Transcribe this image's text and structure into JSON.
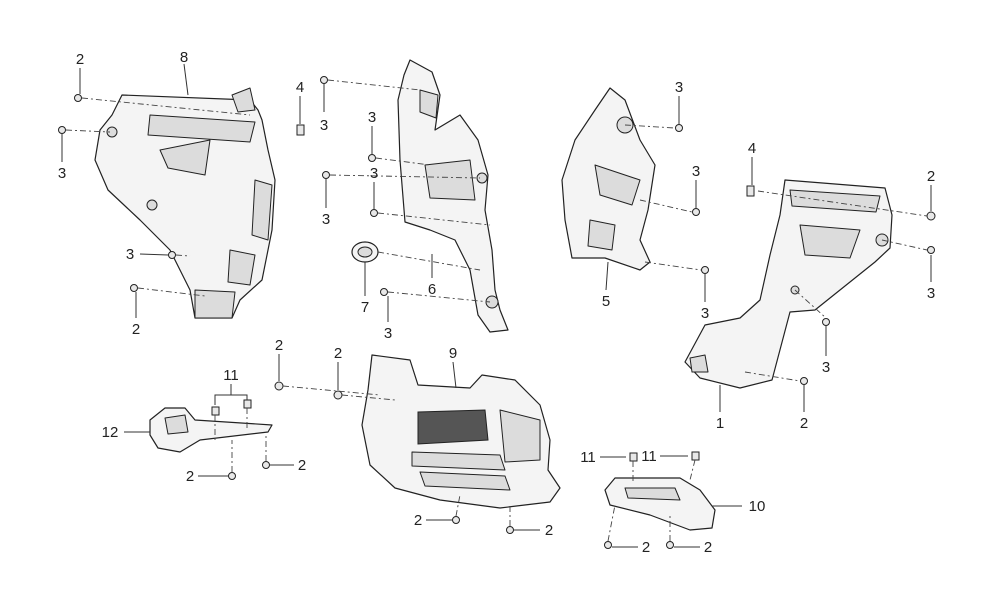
{
  "callouts": [
    {
      "id": "c1",
      "text": "2"
    },
    {
      "id": "c2",
      "text": "8"
    },
    {
      "id": "c3",
      "text": "4"
    },
    {
      "id": "c4",
      "text": "3"
    },
    {
      "id": "c5",
      "text": "3"
    },
    {
      "id": "c6",
      "text": "2"
    },
    {
      "id": "c7",
      "text": "3"
    },
    {
      "id": "c8",
      "text": "3"
    },
    {
      "id": "c9",
      "text": "3"
    },
    {
      "id": "c10",
      "text": "3"
    },
    {
      "id": "c11",
      "text": "3"
    },
    {
      "id": "c12",
      "text": "7"
    },
    {
      "id": "c13",
      "text": "6"
    },
    {
      "id": "c14",
      "text": "3"
    },
    {
      "id": "c15",
      "text": "3"
    },
    {
      "id": "c16",
      "text": "3"
    },
    {
      "id": "c17",
      "text": "5"
    },
    {
      "id": "c18",
      "text": "3"
    },
    {
      "id": "c19",
      "text": "4"
    },
    {
      "id": "c20",
      "text": "2"
    },
    {
      "id": "c21",
      "text": "3"
    },
    {
      "id": "c22",
      "text": "3"
    },
    {
      "id": "c23",
      "text": "1"
    },
    {
      "id": "c24",
      "text": "2"
    },
    {
      "id": "c25",
      "text": "2"
    },
    {
      "id": "c26",
      "text": "2"
    },
    {
      "id": "c27",
      "text": "9"
    },
    {
      "id": "c28",
      "text": "11"
    },
    {
      "id": "c29",
      "text": "12"
    },
    {
      "id": "c30",
      "text": "2"
    },
    {
      "id": "c31",
      "text": "2"
    },
    {
      "id": "c32",
      "text": "2"
    },
    {
      "id": "c33",
      "text": "2"
    },
    {
      "id": "c34",
      "text": "11"
    },
    {
      "id": "c35",
      "text": "11"
    },
    {
      "id": "c36",
      "text": "10"
    },
    {
      "id": "c37",
      "text": "2"
    },
    {
      "id": "c38",
      "text": "2"
    }
  ]
}
